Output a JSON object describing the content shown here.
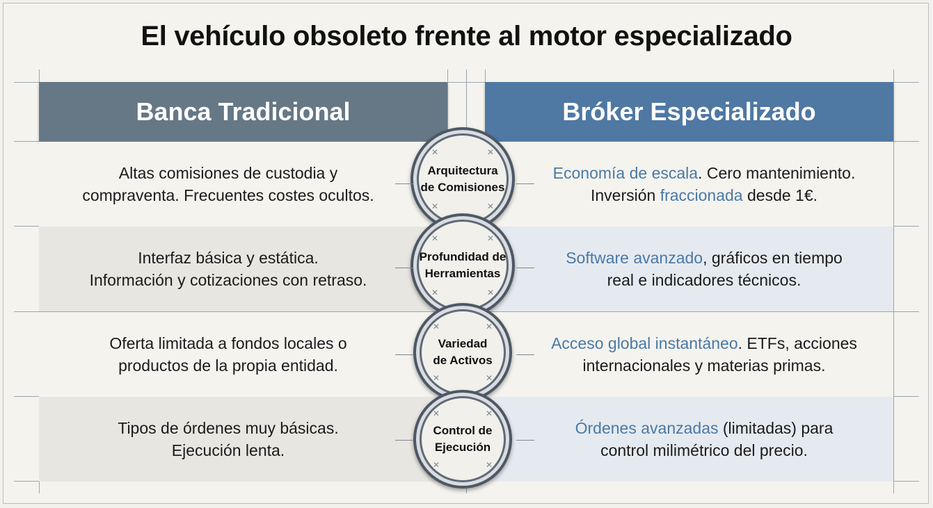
{
  "title": "El vehículo obsoleto frente al motor especializado",
  "headers": {
    "left": "Banca Tradicional",
    "right": "Bróker Especializado"
  },
  "rows": [
    {
      "label_line1": "Arquitectura",
      "label_line2": "de Comisiones",
      "left_line1": "Altas comisiones de custodia y",
      "left_line2": "compraventa. Frecuentes costes ocultos.",
      "right_hl1": "Economía de escala",
      "right_rest1": ". Cero mantenimiento.",
      "right_pre2": "Inversión ",
      "right_hl2": "fraccionada",
      "right_rest2": " desde 1€."
    },
    {
      "label_line1": "Profundidad de",
      "label_line2": "Herramientas",
      "left_line1": "Interfaz básica y estática.",
      "left_line2": "Información y cotizaciones con retraso.",
      "right_hl1": "Software avanzado",
      "right_rest1": ", gráficos en tiempo",
      "right_line2": "real e indicadores técnicos."
    },
    {
      "label_line1": "Variedad",
      "label_line2": "de Activos",
      "left_line1": "Oferta limitada a fondos locales o",
      "left_line2": "productos de la propia entidad.",
      "right_hl1": "Acceso global instantáneo",
      "right_rest1": ". ETFs, acciones",
      "right_line2": "internacionales y materias primas."
    },
    {
      "label_line1": "Control de",
      "label_line2": "Ejecución",
      "left_line1": "Tipos de órdenes muy básicas.",
      "left_line2": "Ejecución lenta.",
      "right_hl1": "Órdenes avanzadas",
      "right_rest1": " (limitadas) para",
      "right_line2": "control milimétrico del precio."
    }
  ],
  "colors": {
    "left_header": "#667886",
    "right_header": "#4f78a3",
    "highlight": "#4a79a6",
    "left_row_alt": "#e7e6e1",
    "right_row_alt": "#e5eaf0"
  }
}
